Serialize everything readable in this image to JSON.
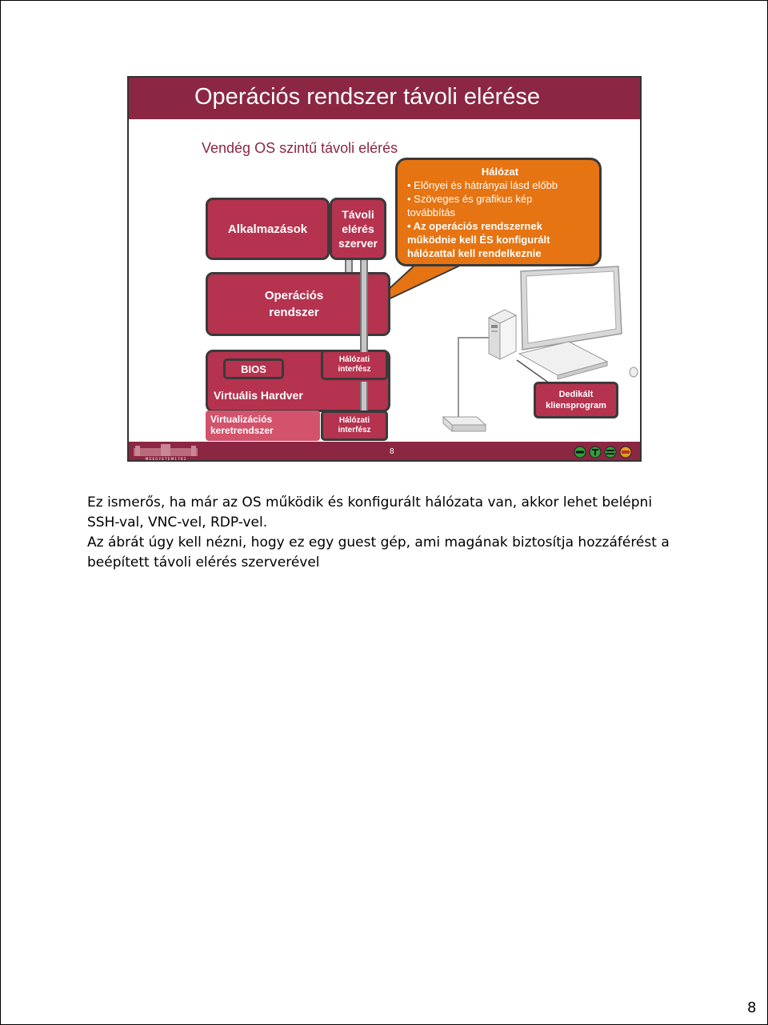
{
  "slide": {
    "title": "Operációs rendszer távoli elérése",
    "subtitle": "Vendég OS szintű távoli elérés",
    "boxes": {
      "applications": "Alkalmazások",
      "remote_server_lines": [
        "Távoli",
        "elérés",
        "szerver"
      ],
      "os_lines": [
        "Operációs",
        "rendszer"
      ],
      "bios": "BIOS",
      "virtual_hardware": "Virtuális Hardver",
      "nic_top_lines": [
        "Hálózati",
        "interfész"
      ],
      "virtualization_lines": [
        "Virtualizációs",
        "keretrendszer"
      ],
      "nic_bottom_lines": [
        "Hálózati",
        "interfész"
      ],
      "client_lines": [
        "Dedikált",
        "kliensprogram"
      ]
    },
    "callout": {
      "title": "Hálózat",
      "items": [
        "• Előnyei és hátrányai lásd előbb",
        "• Szöveges és grafikus kép",
        "továbbítás",
        "• Az operációs rendszernek",
        "működnie kell ÉS konfigurált",
        "hálózattal kell rendelkeznie"
      ]
    },
    "footer": {
      "page_number": "8",
      "logo_text": "M Ű E G Y E T E M   1 7 8 2"
    },
    "colors": {
      "brand": "#8b2743",
      "box": "#b5334f",
      "callout": "#e67412"
    }
  },
  "notes": {
    "lines": [
      "Ez ismerős, ha már az OS működik és konfigurált hálózata van, akkor lehet belépni",
      "SSH-val, VNC-vel, RDP-vel.",
      "Az ábrát úgy kell nézni, hogy ez egy guest gép, ami magának biztosítja hozzáférést a",
      "beépített távoli elérés szerverével"
    ]
  },
  "page_number": "8"
}
